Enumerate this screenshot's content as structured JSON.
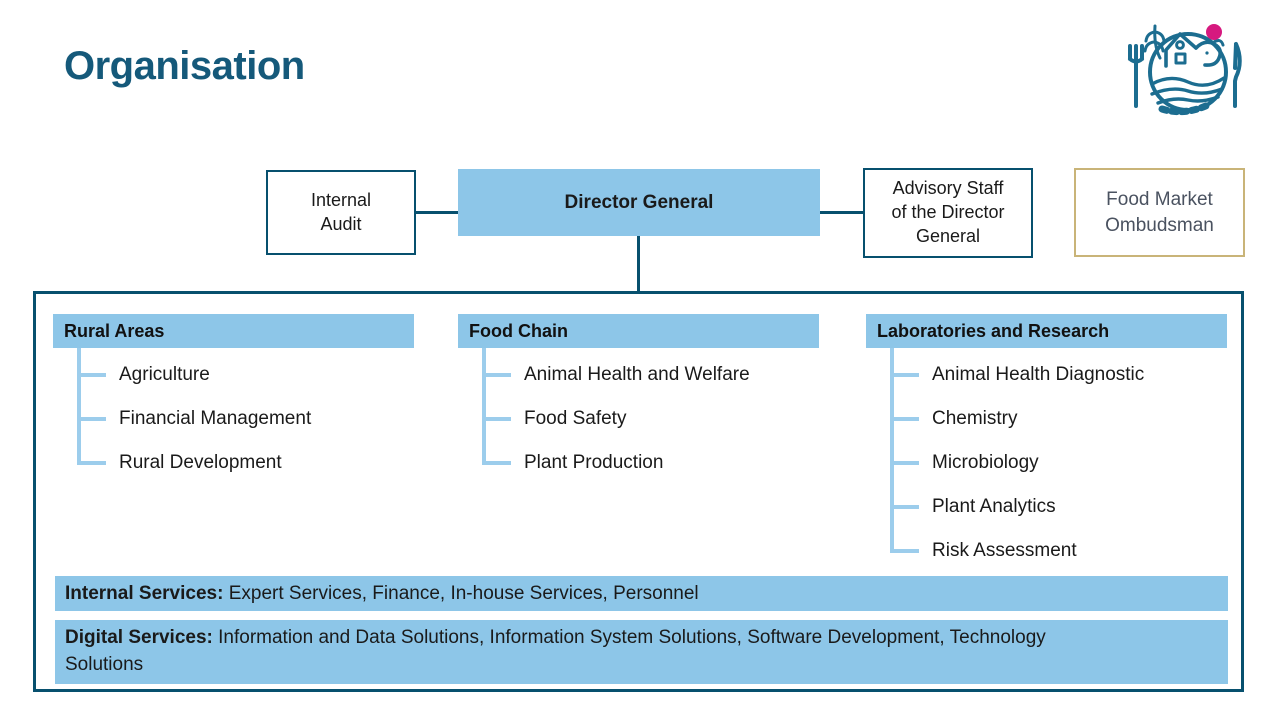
{
  "page": {
    "title": "Organisation"
  },
  "colors": {
    "accent_blue": "#8DC6E8",
    "tree_line": "#9CCDEC",
    "dark_teal": "#07506E",
    "title_teal": "#15597A",
    "gold_border": "#C9B478",
    "gray_text": "#4A5260",
    "logo_teal": "#1C6D90",
    "logo_pink": "#D6197F"
  },
  "logo": {
    "icon": "plate-farm-scene-with-fork-and-knife"
  },
  "org": {
    "top_row": {
      "internal_audit": "Internal Audit",
      "director_general": "Director General",
      "advisory_staff": "Advisory Staff of the Director General",
      "ombudsman": "Food Market Ombudsman"
    },
    "columns": [
      {
        "title": "Rural Areas",
        "items": [
          "Agriculture",
          "Financial Management",
          "Rural Development"
        ]
      },
      {
        "title": "Food Chain",
        "items": [
          "Animal Health and Welfare",
          "Food Safety",
          "Plant Production"
        ]
      },
      {
        "title": "Laboratories and Research",
        "items": [
          "Animal Health Diagnostic",
          "Chemistry",
          "Microbiology",
          "Plant Analytics",
          "Risk Assessment"
        ]
      }
    ],
    "service_bars": [
      {
        "label_bold": "Internal Services:",
        "label_rest": " Expert Services, Finance, In-house Services, Personnel"
      },
      {
        "label_bold": "Digital Services:",
        "label_rest": " Information and Data Solutions, Information System Solutions, Software Development, Technology Solutions"
      }
    ]
  }
}
